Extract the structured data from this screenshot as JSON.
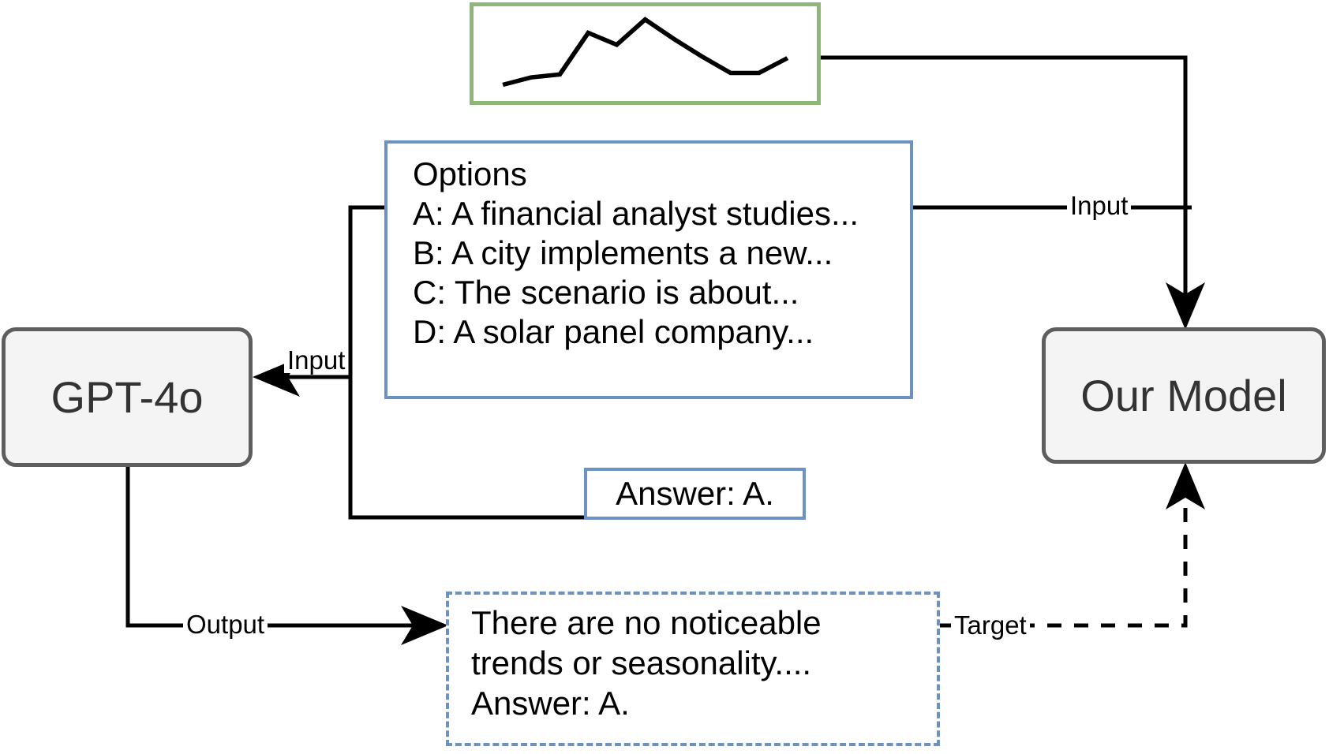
{
  "diagram": {
    "title": "GPT-4o vs Our Model time-series QA pipeline",
    "nodes": {
      "chart": {
        "name": "time-series-chart",
        "border_color": "#8cb777"
      },
      "options": {
        "heading": "Options",
        "border_color": "#6d91c2",
        "items": [
          "A: A financial analyst studies...",
          "B: A city implements a new...",
          "C: The scenario is about...",
          "D: A solar panel company..."
        ]
      },
      "answer": {
        "text": "Answer: A.",
        "border_color": "#6d91c2"
      },
      "gpt": {
        "label": "GPT-4o",
        "fill": "#f4f4f4",
        "border_color": "#5e5e5e"
      },
      "our_model": {
        "label": "Our Model",
        "fill": "#f4f4f4",
        "border_color": "#5e5e5e"
      },
      "output": {
        "border_color": "#6d91c2",
        "lines": [
          "There are no noticeable",
          "trends or seasonality....",
          "Answer: A."
        ]
      }
    },
    "edges": {
      "input_left": "Input",
      "input_right": "Input",
      "output": "Output",
      "target": "Target"
    }
  },
  "chart_data": {
    "type": "line",
    "title": "",
    "xlabel": "",
    "ylabel": "",
    "grid": false,
    "legend": "none",
    "x": [
      0,
      1,
      2,
      3,
      4,
      5,
      6,
      7,
      8,
      9
    ],
    "values": [
      8,
      18,
      22,
      78,
      62,
      96,
      70,
      46,
      24,
      24,
      44
    ],
    "xlim": [
      0,
      10
    ],
    "ylim": [
      0,
      100
    ]
  }
}
